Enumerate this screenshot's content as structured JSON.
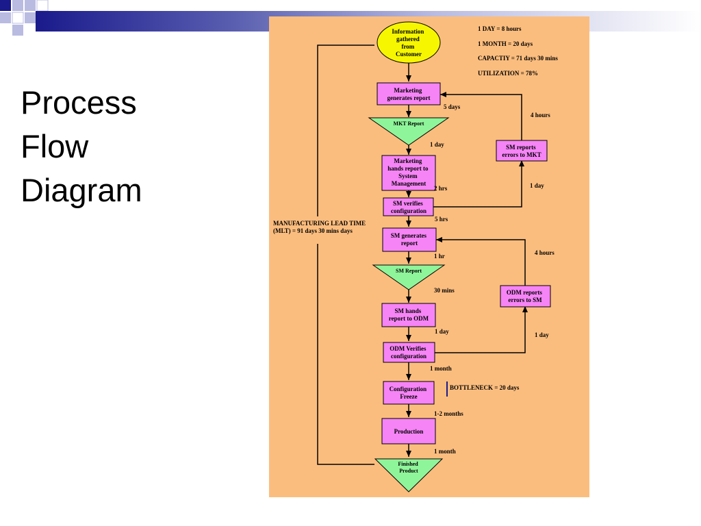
{
  "slide": {
    "title_lines": [
      "Process",
      "Flow",
      "Diagram"
    ]
  },
  "colors": {
    "background": "#fbbd7e",
    "process_box": "#f684f6",
    "triangle": "#8ff59a",
    "start_circle": "#f6f600"
  },
  "diagram": {
    "start": "Information gathered from Customer",
    "start_lines": [
      "Information",
      "gathered",
      "from",
      "Customer"
    ],
    "notes": [
      "1 DAY = 8 hours",
      "1 MONTH = 20 days",
      "CAPACTIY = 71 days 30 mins",
      "UTILIZATION = 78%"
    ],
    "nodes": {
      "mkt_gen": [
        "Marketing",
        "generates report"
      ],
      "mkt_report": "MKT Report",
      "mkt_hands": [
        "Marketing",
        "hands report to",
        "System",
        "Management"
      ],
      "sm_verifies": [
        "SM verifies",
        "configuration"
      ],
      "sm_errors": [
        "SM reports",
        "errors to MKT"
      ],
      "sm_gen": [
        "SM generates",
        "report"
      ],
      "sm_report": "SM Report",
      "sm_hands": [
        "SM hands",
        "report to ODM"
      ],
      "odm_errors": [
        "ODM reports",
        "errors to SM"
      ],
      "odm_verifies": [
        "ODM Verifies",
        "configuration"
      ],
      "config_freeze": [
        "Configuration",
        "Freeze"
      ],
      "production": "Production",
      "finished": [
        "Finished",
        "Product"
      ]
    },
    "durations": {
      "d1": "5 days",
      "d2": "1 day",
      "d3": "2 hrs",
      "d4": "5 hrs",
      "d5": "1 hr",
      "d6": "30 mins",
      "d7": "1 day",
      "d8": "1 month",
      "d9": "1-2 months",
      "d10": "1 month",
      "fb1_up": "4 hours",
      "fb1_low": "1 day",
      "fb2_up": "4 hours",
      "fb2_low": "1 day"
    },
    "lead_time": [
      "MANUFACTURING LEAD TIME",
      "(MLT) = 91 days 30 mins days"
    ],
    "bottleneck": "BOTTLENECK = 20 days"
  }
}
